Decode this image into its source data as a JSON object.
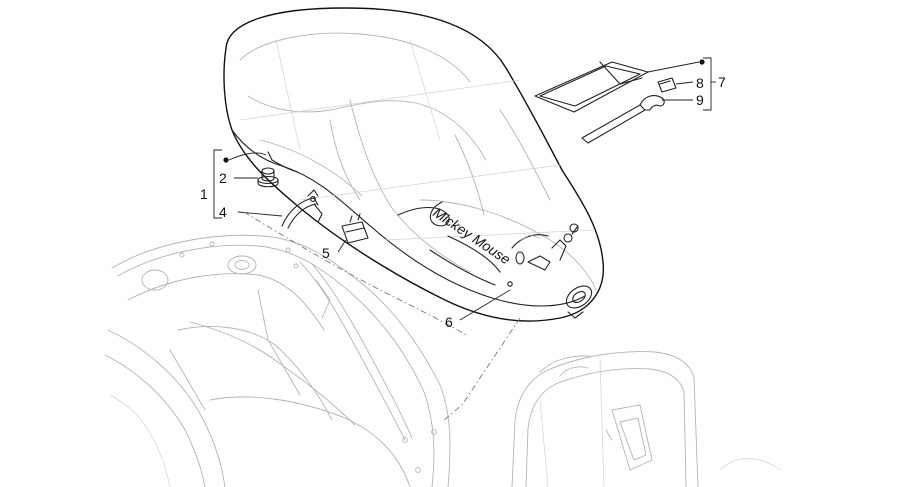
{
  "diagram": {
    "callouts": [
      {
        "key": "c1",
        "label": "1"
      },
      {
        "key": "c2",
        "label": "2"
      },
      {
        "key": "c4",
        "label": "4"
      },
      {
        "key": "c5",
        "label": "5"
      },
      {
        "key": "c6",
        "label": "6"
      },
      {
        "key": "c7",
        "label": "7"
      },
      {
        "key": "c8",
        "label": "8"
      },
      {
        "key": "c9",
        "label": "9"
      }
    ],
    "seat_signature": "Mickey Mouse"
  }
}
